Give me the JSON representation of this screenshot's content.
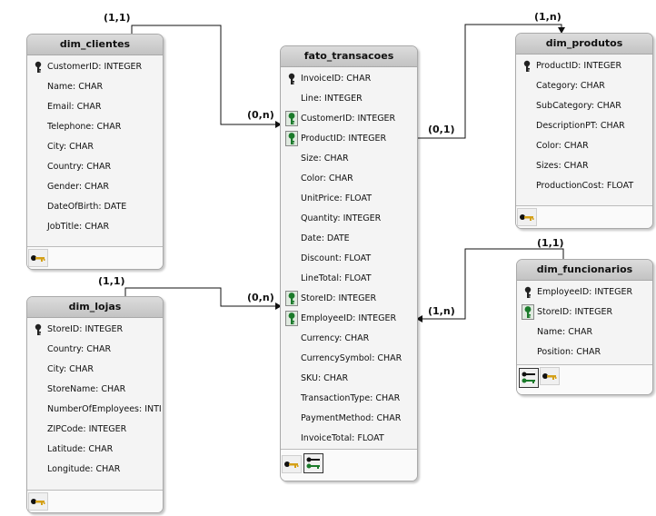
{
  "tables": {
    "dim_clientes": {
      "title": "dim_clientes",
      "columns": [
        "CustomerID: INTEGER",
        "Name: CHAR",
        "Email: CHAR",
        "Telephone: CHAR",
        "City: CHAR",
        "Country: CHAR",
        "Gender: CHAR",
        "DateOfBirth: DATE",
        "JobTitle: CHAR"
      ]
    },
    "dim_lojas": {
      "title": "dim_lojas",
      "columns": [
        "StoreID: INTEGER",
        "Country: CHAR",
        "City: CHAR",
        "StoreName: CHAR",
        "NumberOfEmployees: INTI",
        "ZIPCode: INTEGER",
        "Latitude: CHAR",
        "Longitude: CHAR"
      ]
    },
    "fato_transacoes": {
      "title": "fato_transacoes",
      "columns": [
        "InvoiceID: CHAR",
        "Line: INTEGER",
        "CustomerID: INTEGER",
        "ProductID: INTEGER",
        "Size: CHAR",
        "Color: CHAR",
        "UnitPrice: FLOAT",
        "Quantity: INTEGER",
        "Date: DATE",
        "Discount: FLOAT",
        "LineTotal: FLOAT",
        "StoreID: INTEGER",
        "EmployeeID: INTEGER",
        "Currency: CHAR",
        "CurrencySymbol: CHAR",
        "SKU: CHAR",
        "TransactionType: CHAR",
        "PaymentMethod: CHAR",
        "InvoiceTotal: FLOAT"
      ]
    },
    "dim_produtos": {
      "title": "dim_produtos",
      "columns": [
        "ProductID: INTEGER",
        "Category: CHAR",
        "SubCategory: CHAR",
        "DescriptionPT: CHAR",
        "Color: CHAR",
        "Sizes: CHAR",
        "ProductionCost: FLOAT"
      ]
    },
    "dim_funcionarios": {
      "title": "dim_funcionarios",
      "columns": [
        "EmployeeID: INTEGER",
        "StoreID: INTEGER",
        "Name: CHAR",
        "Position: CHAR"
      ]
    }
  },
  "cardinalities": {
    "clientes_side": "(1,1)",
    "fato_clientes_side": "(0,n)",
    "lojas_side": "(1,1)",
    "fato_lojas_side": "(0,n)",
    "produtos_side": "(1,n)",
    "fato_produtos_side": "(0,1)",
    "funcionarios_side": "(1,1)",
    "fato_funcionarios_side": "(1,n)"
  },
  "icons": {
    "primary_key": "pk-key-icon",
    "foreign_key": "fk-key-icon",
    "index": "index-key-icon"
  },
  "colors": {
    "primary_key": "#222222",
    "foreign_key": "#1a7a2a",
    "index_key": "#d4a017",
    "header_top": "#dcdcdc",
    "header_bottom": "#c3c3c3"
  }
}
